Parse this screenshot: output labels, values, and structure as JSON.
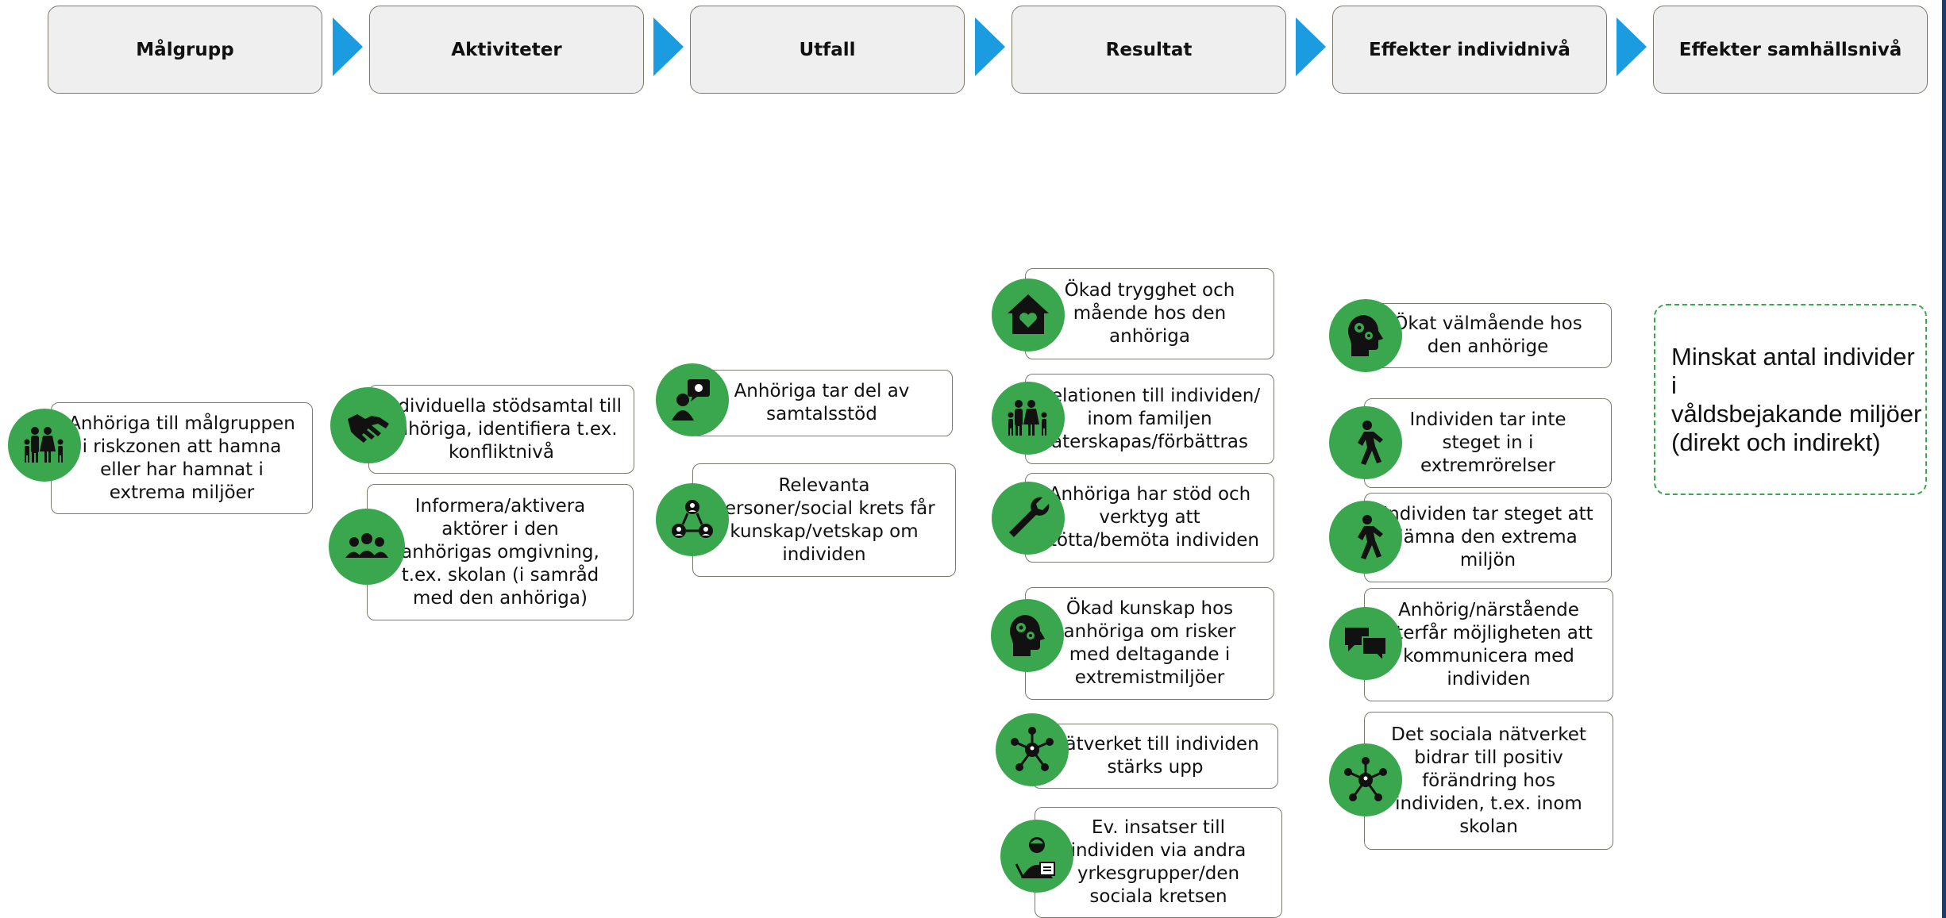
{
  "columns": [
    {
      "label": "Målgrupp"
    },
    {
      "label": "Aktiviteter"
    },
    {
      "label": "Utfall"
    },
    {
      "label": "Resultat"
    },
    {
      "label": "Effekter individnivå"
    },
    {
      "label": "Effekter samhällsnivå"
    }
  ],
  "malgrupp": [
    {
      "text": "Anhöriga till målgruppen\ni riskzonen att hamna\neller har hamnat i\nextrema miljöer",
      "icon": "family-icon"
    }
  ],
  "aktiviteter": [
    {
      "text": "Individuella stödsamtal till\nanhöriga, identifiera t.ex.\nkonfliktnivå",
      "icon": "handshake-icon"
    },
    {
      "text": "Informera/aktivera\naktörer i den\nanhörigas omgivning,\nt.ex. skolan (i samråd\nmed den anhöriga)",
      "icon": "group-icon"
    }
  ],
  "utfall": [
    {
      "text": "Anhöriga tar del av\nsamtalsstöd",
      "icon": "counseling-icon"
    },
    {
      "text": "Relevanta\npersoner/social krets får\nkunskap/vetskap om\nindividen",
      "icon": "network-people-icon"
    }
  ],
  "resultat": [
    {
      "text": "Ökad trygghet och\nmående hos den\nanhöriga",
      "icon": "home-heart-icon"
    },
    {
      "text": "Relationen till individen/\ninom familjen\nåterskapas/förbättras",
      "icon": "family-icon"
    },
    {
      "text": "Anhöriga har stöd och\nverktyg att\nstötta/bemöta individen",
      "icon": "wrench-icon"
    },
    {
      "text": "Ökad kunskap hos\nanhöriga om risker\nmed deltagande i\nextremistmiljöer",
      "icon": "head-gears-icon"
    },
    {
      "text": "Nätverket till individen\nstärks upp",
      "icon": "hub-icon"
    },
    {
      "text": "Ev. insatser till\nindividen via andra\nyrkesgrupper/den\nsociala kretsen",
      "icon": "professional-icon"
    }
  ],
  "effekter_individ": [
    {
      "text": "Ökat välmående hos\nden anhörige",
      "icon": "head-gears-icon"
    },
    {
      "text": "Individen tar inte\nsteget in i\nextremrörelser",
      "icon": "walking-icon"
    },
    {
      "text": "Individen tar steget att\nlämna den extrema\nmiljön",
      "icon": "walking-icon"
    },
    {
      "text": "Anhörig/närstående\nåterfår möjligheten att\nkommunicera med\nindividen",
      "icon": "chat-icon"
    },
    {
      "text": "Det sociala nätverket\nbidrar till positiv\nförändring hos\nindividen, t.ex. inom\nskolan",
      "icon": "hub-icon"
    }
  ],
  "effekter_samhalle": {
    "text": "Minskat antal individer i\nvåldsbejakande miljöer\n(direkt och indirekt)"
  },
  "colors": {
    "accent_green": "#3aa74f",
    "chevron_blue": "#1b9be0",
    "header_bg": "#efefef"
  }
}
